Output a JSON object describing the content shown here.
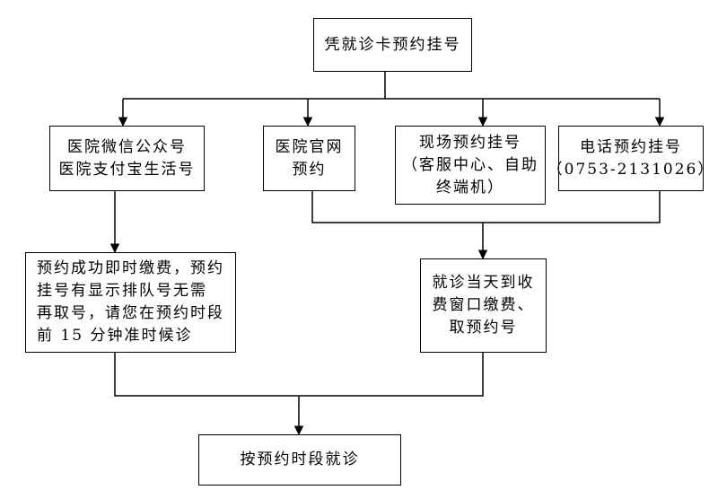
{
  "nodes": {
    "top": {
      "lines": [
        "凭就诊卡预约挂号"
      ]
    },
    "wechat": {
      "lines": [
        "医院微信公众号",
        "医院支付宝生活号"
      ]
    },
    "website": {
      "lines": [
        "医院官网",
        "预约"
      ]
    },
    "onsite": {
      "lines": [
        "现场预约挂号",
        "（客服中心、自助",
        "终端机）"
      ]
    },
    "phone": {
      "lines": [
        "电话预约挂号",
        "（0753-2131026）"
      ]
    },
    "success": {
      "lines": [
        "预约成功即时缴费，预约",
        "挂号有显示排队号无需",
        "再取号，请您在预约时段",
        "前 15 分钟准时候诊"
      ]
    },
    "payment": {
      "lines": [
        "就诊当天到收",
        "费窗口缴费、",
        "取预约号"
      ]
    },
    "final": {
      "lines": [
        "按预约时段就诊"
      ]
    }
  },
  "colors": {
    "line": "#000000",
    "box_border": "#000000",
    "background": "#ffffff"
  }
}
